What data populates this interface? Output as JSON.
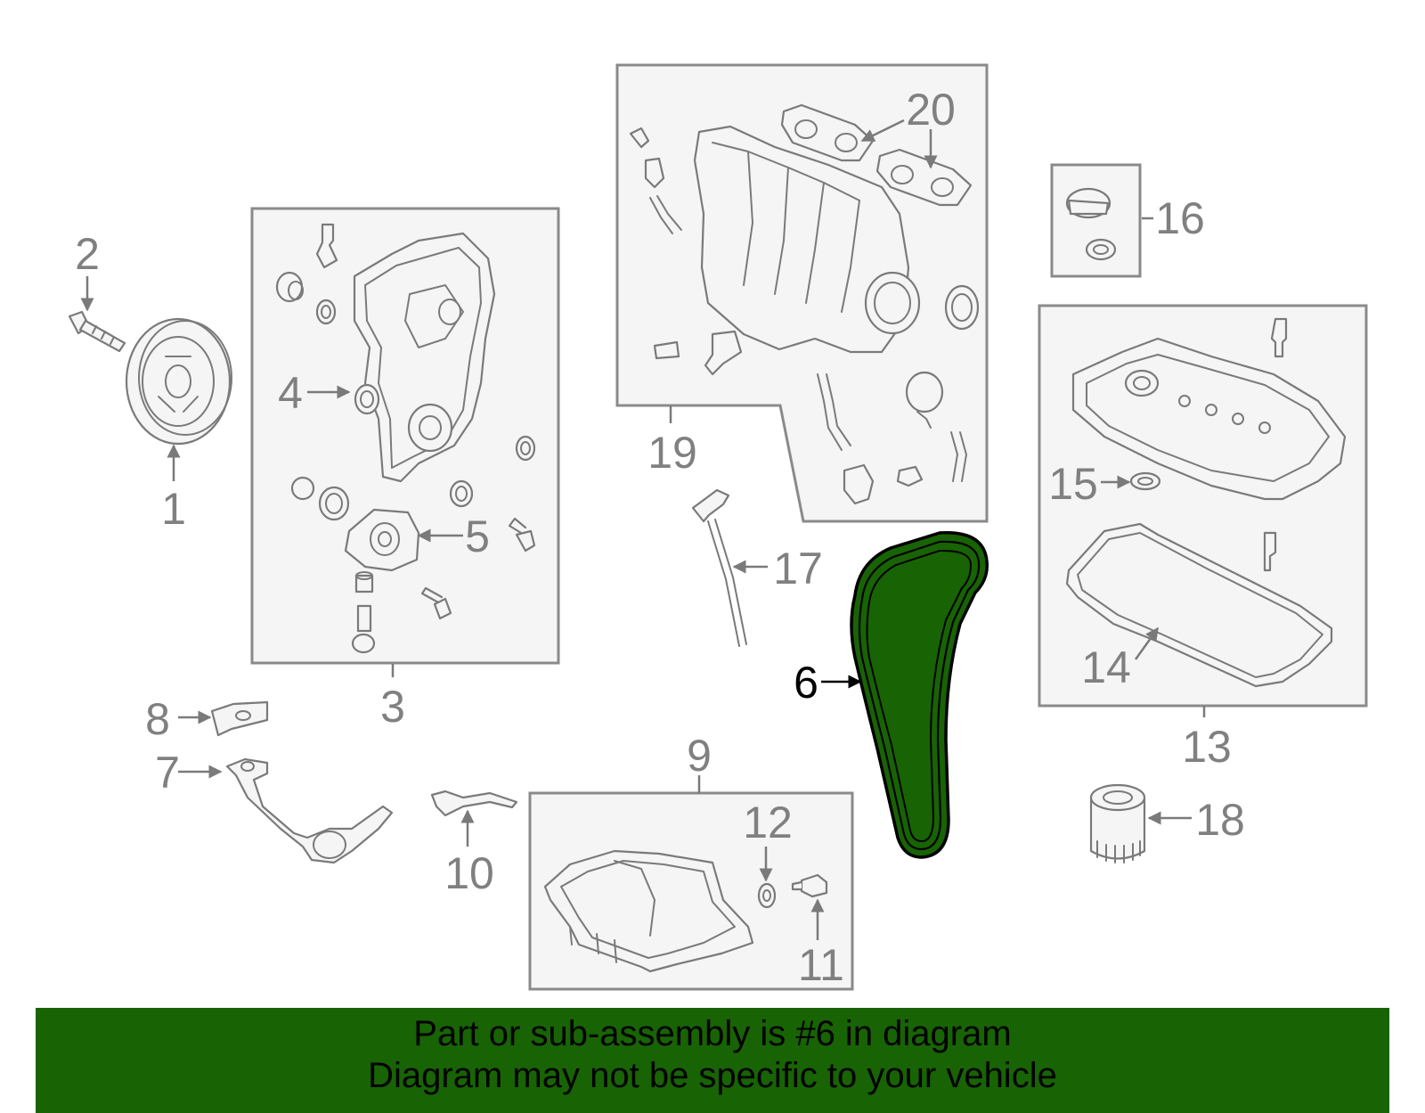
{
  "callouts": {
    "c1": "1",
    "c2": "2",
    "c3": "3",
    "c4": "4",
    "c5": "5",
    "c6": "6",
    "c7": "7",
    "c8": "8",
    "c9": "9",
    "c10": "10",
    "c11": "11",
    "c12": "12",
    "c13": "13",
    "c14": "14",
    "c15": "15",
    "c16": "16",
    "c17": "17",
    "c18": "18",
    "c19": "19",
    "c20": "20"
  },
  "highlight": {
    "part_number": "6",
    "fill_color": "#186304",
    "label_color": "#000000"
  },
  "footer": {
    "line1": "Part or sub-assembly is #6 in diagram",
    "line2": "Diagram may not be specific to your vehicle",
    "background_color": "#186304"
  }
}
